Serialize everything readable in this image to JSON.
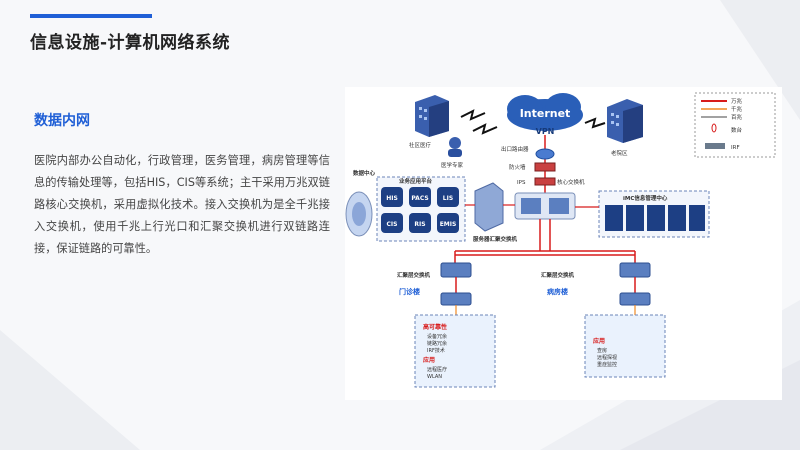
{
  "header": {
    "title": "信息设施-计算机网络系统"
  },
  "section": {
    "title": "数据内网",
    "body": "医院内部办公自动化，行政管理，医务管理，病房管理等信息的传输处理等，包括HIS，CIS等系统；主干采用万兆双链路核心交换机，采用虚拟化技术。接入交换机为是全千兆接入交换机，使用千兆上行光口和汇聚交换机进行双链路连接，保证链路的可靠性。"
  },
  "diagram": {
    "internet": "Internet",
    "vpn": "VPN",
    "community": "社区医疗",
    "expert": "医学专家",
    "elderly": "老院区",
    "exit_router": "出口路由器",
    "firewall": "防火墙",
    "ips": "IPS",
    "core_switch": "核心交换机",
    "data_center": "数据中心",
    "business_platform": "业务应用平台",
    "servers": [
      "HIS",
      "PACS",
      "LIS",
      "CIS",
      "RIS",
      "EMIS"
    ],
    "imc_title": "iMC信息管理中心",
    "server_agg": "服务器汇聚交换机",
    "agg_left": "汇聚层交换机",
    "agg_right": "汇聚层交换机",
    "bldg_left": "门诊楼",
    "bldg_right": "病房楼",
    "left_box": {
      "h1": "高可靠性",
      "items1": [
        "设备冗余",
        "链路冗余",
        "IRF技术"
      ],
      "h2": "应用",
      "items2": [
        "远程医疗",
        "WLAN"
      ]
    },
    "right_box": {
      "h1": "应用",
      "items1": [
        "查房",
        "远程探视",
        "重症监控"
      ]
    },
    "legend": {
      "items": [
        "万兆",
        "千兆",
        "百兆",
        "数台",
        "IRF"
      ],
      "colors": [
        "#d81c1c",
        "#f08a24",
        "#444444"
      ]
    }
  },
  "colors": {
    "accent": "#1f5fd6",
    "title": "#222222"
  }
}
